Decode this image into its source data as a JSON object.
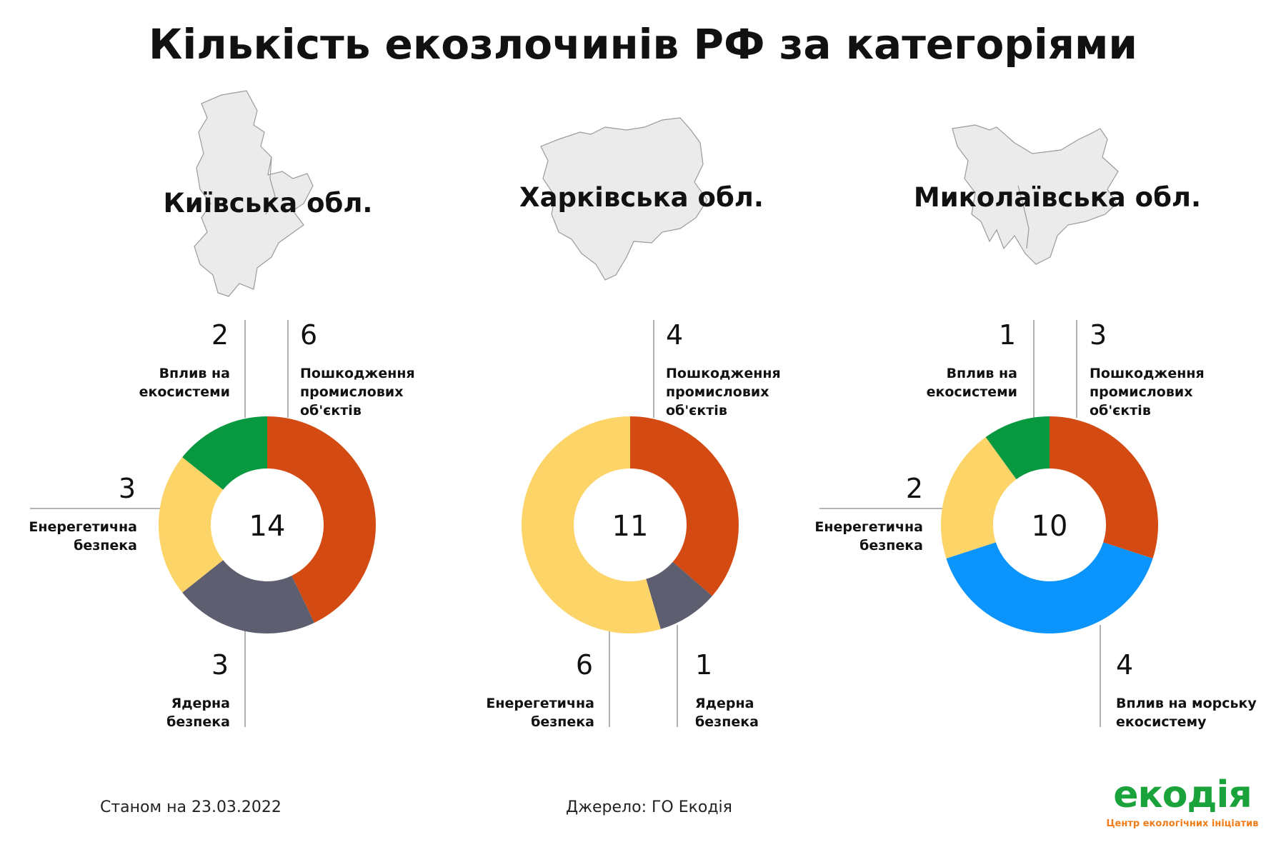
{
  "title": "Кількість екозлочинів РФ за категоріями",
  "footer": {
    "date": "Станом на 23.03.2022",
    "source": "Джерело: ГО Екодія"
  },
  "logo": {
    "name": "екодія",
    "tagline": "Центр екологічних ініціатив",
    "color": "#1aa33a",
    "tagline_color": "#ef7d1a"
  },
  "colors": {
    "industrial": "#d34b12",
    "nuclear": "#5d5e6f",
    "energy": "#fdd468",
    "ecosystems": "#089840",
    "marine": "#0a94fc",
    "map_fill": "#ebebeb",
    "map_stroke": "#9a9a9a"
  },
  "chart_data": [
    {
      "type": "pie",
      "title": "Київська обл.",
      "total": "14",
      "series": [
        {
          "name": "Пошкодження промислових об'єктів",
          "value": 6,
          "color": "#d34b12"
        },
        {
          "name": "Ядерна безпека",
          "value": 3,
          "color": "#5d5e6f"
        },
        {
          "name": "Енерегетична безпека",
          "value": 3,
          "color": "#fdd468"
        },
        {
          "name": "Вплив на екосистеми",
          "value": 2,
          "color": "#089840"
        }
      ]
    },
    {
      "type": "pie",
      "title": "Харківська обл.",
      "total": "11",
      "series": [
        {
          "name": "Пошкодження промислових об'єктів",
          "value": 4,
          "color": "#d34b12"
        },
        {
          "name": "Ядерна безпека",
          "value": 1,
          "color": "#5d5e6f"
        },
        {
          "name": "Енерегетична безпека",
          "value": 6,
          "color": "#fdd468"
        }
      ]
    },
    {
      "type": "pie",
      "title": "Миколаївська обл.",
      "total": "10",
      "series": [
        {
          "name": "Пошкодження промислових об'єктів",
          "value": 3,
          "color": "#d34b12"
        },
        {
          "name": "Вплив на морську екосистему",
          "value": 4,
          "color": "#0a94fc"
        },
        {
          "name": "Енерегетична безпека",
          "value": 2,
          "color": "#fdd468"
        },
        {
          "name": "Вплив на екосистеми",
          "value": 1,
          "color": "#089840"
        }
      ]
    }
  ],
  "labels": {
    "kyiv": {
      "industrial": {
        "count": "6",
        "line1": "Пошкодження",
        "line2": "промислових",
        "line3": "об'єктів"
      },
      "ecosystems": {
        "count": "2",
        "line1": "Вплив на",
        "line2": "екосистеми"
      },
      "energy": {
        "count": "3",
        "line1": "Енерегетична",
        "line2": "безпека"
      },
      "nuclear": {
        "count": "3",
        "line1": "Ядерна",
        "line2": "безпека"
      }
    },
    "kharkiv": {
      "industrial": {
        "count": "4",
        "line1": "Пошкодження",
        "line2": "промислових",
        "line3": "об'єктів"
      },
      "energy": {
        "count": "6",
        "line1": "Енерегетична",
        "line2": "безпека"
      },
      "nuclear": {
        "count": "1",
        "line1": "Ядерна",
        "line2": "безпека"
      }
    },
    "mykolaiv": {
      "ecosystems": {
        "count": "1",
        "line1": "Вплив на",
        "line2": "екосистеми"
      },
      "industrial": {
        "count": "3",
        "line1": "Пошкодження",
        "line2": "промислових",
        "line3": "об'єктів"
      },
      "energy": {
        "count": "2",
        "line1": "Енерегетична",
        "line2": "безпека"
      },
      "marine": {
        "count": "4",
        "line1": "Вплив на морську",
        "line2": "екосистему"
      }
    }
  }
}
